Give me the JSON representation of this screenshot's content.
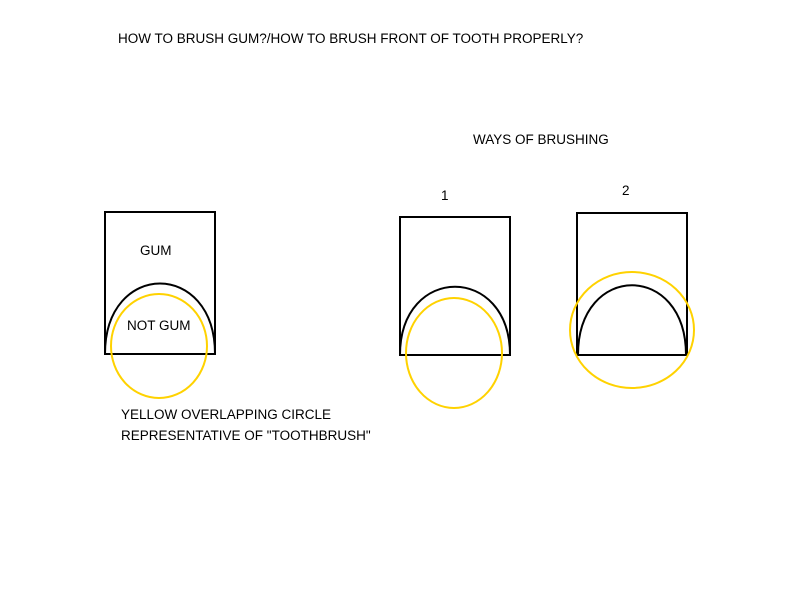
{
  "title": "HOW TO BRUSH GUM?/HOW TO BRUSH FRONT OF TOOTH PROPERLY?",
  "example": {
    "gum_label": "GUM",
    "not_gum_label": "NOT GUM",
    "caption_line1": "YELLOW OVERLAPPING CIRCLE",
    "caption_line2": "REPRESENTATIVE OF \"TOOTHBRUSH\""
  },
  "ways": {
    "heading": "WAYS OF BRUSHING",
    "way1_label": "1",
    "way2_label": "2"
  },
  "colors": {
    "outline": "#000000",
    "toothbrush": "#FFD200"
  }
}
